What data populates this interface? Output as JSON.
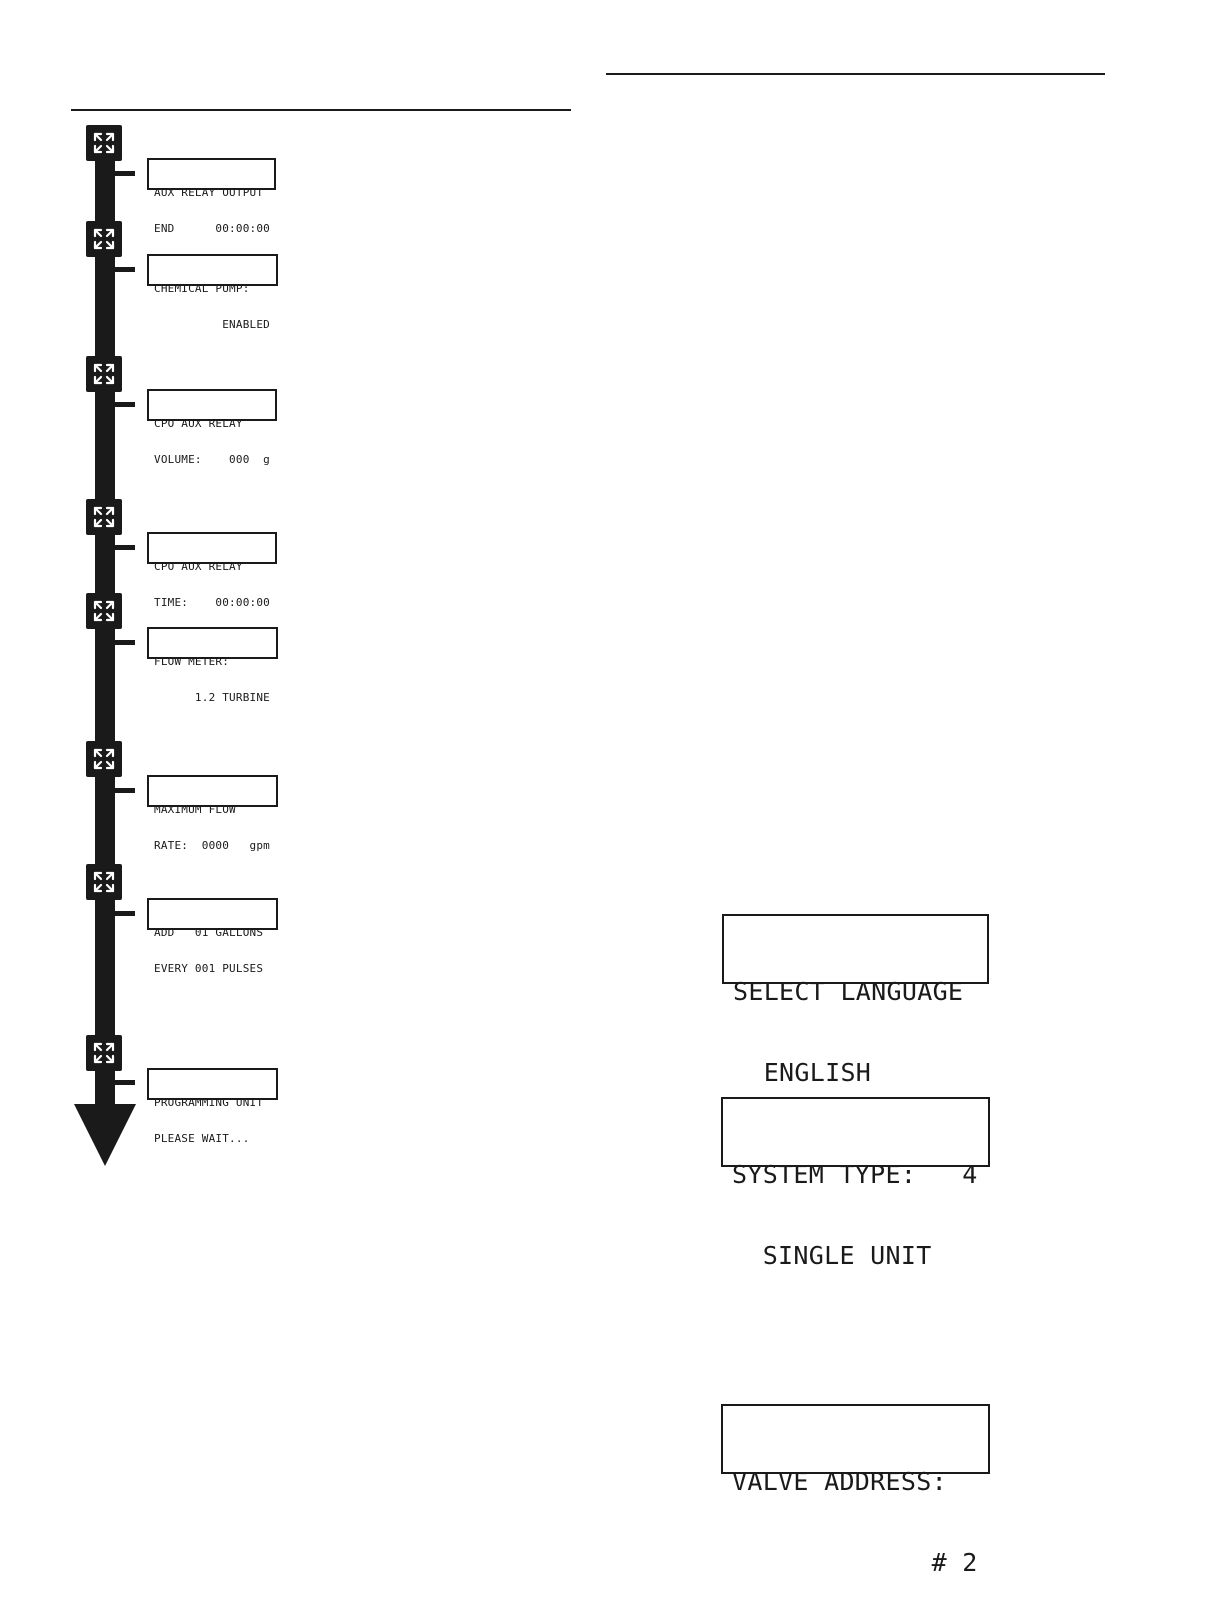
{
  "left_column": {
    "steps": [
      {
        "line1": "AUX RELAY OUTPUT",
        "line2": "END      00:00:00"
      },
      {
        "line1": "CHEMICAL PUMP:",
        "line2": "          ENABLED"
      },
      {
        "line1": "CPO AUX RELAY",
        "line2": "VOLUME:    000  g"
      },
      {
        "line1": "CPO AUX RELAY",
        "line2": "TIME:    00:00:00"
      },
      {
        "line1": "FLOW METER:",
        "line2": "      1.2 TURBINE"
      },
      {
        "line1": "MAXIMUM FLOW",
        "line2": "RATE:  0000   gpm"
      },
      {
        "line1": "ADD   01 GALLONS",
        "line2": "EVERY 001 PULSES"
      },
      {
        "line1": "PROGRAMMING UNIT",
        "line2": "PLEASE WAIT..."
      }
    ]
  },
  "right_column": {
    "displays": [
      {
        "line1": "SELECT LANGUAGE",
        "line2": "  ENGLISH"
      },
      {
        "line1": "SYSTEM TYPE:   4",
        "line2": "  SINGLE UNIT"
      },
      {
        "line1": "VALVE ADDRESS:",
        "line2": "             # 2"
      }
    ]
  },
  "icons": {
    "step_icon": "cycle-arrows-icon",
    "flow_arrow": "down-arrow-icon"
  },
  "colors": {
    "ink": "#1a1a1a",
    "paper": "#ffffff"
  }
}
